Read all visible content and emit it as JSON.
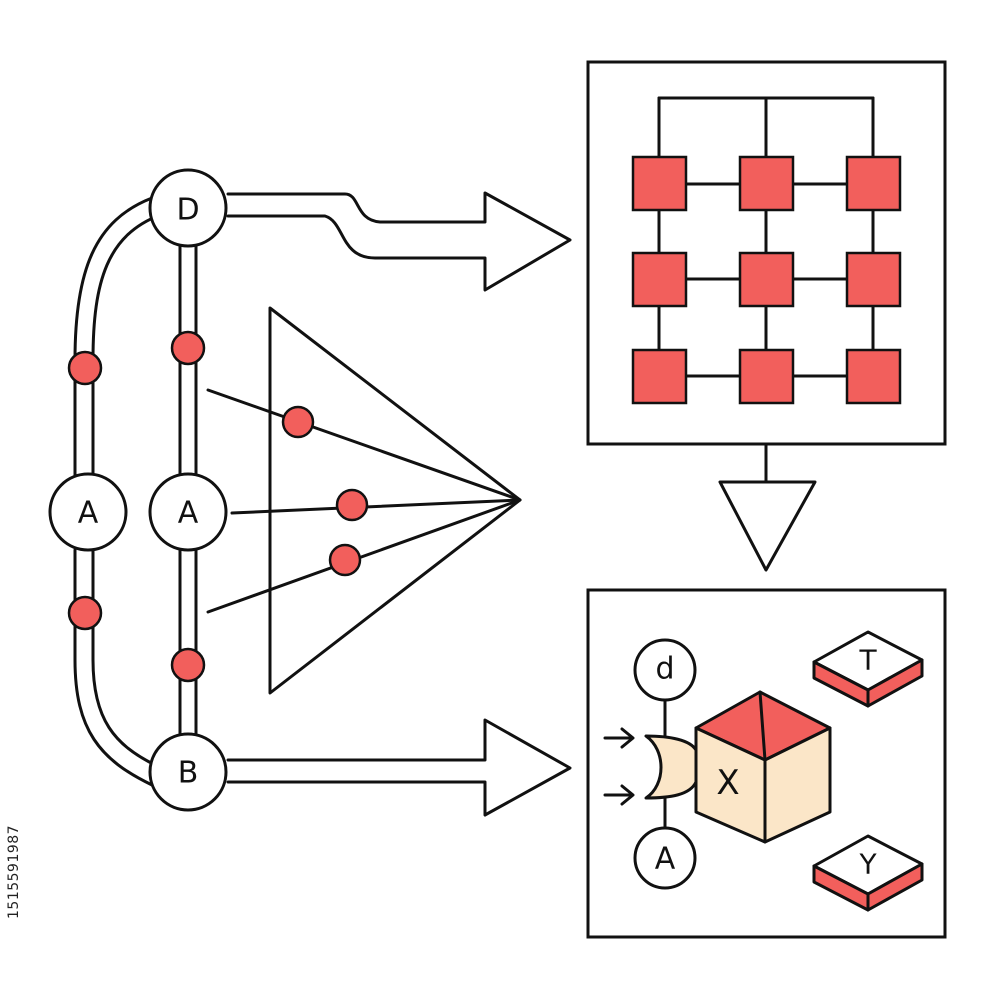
{
  "nodes": {
    "d_top": "D",
    "a_outer": "A",
    "a_inner": "A",
    "b_bottom": "B",
    "d_small": "d",
    "a_small": "A"
  },
  "labels": {
    "cube": "X",
    "tile_t": "T",
    "tile_y": "Y"
  },
  "watermark": "1515591987",
  "colors": {
    "accent": "#f25f5c",
    "ink": "#111111",
    "cube_front": "#fbe6c8",
    "paper": "#ffffff"
  }
}
